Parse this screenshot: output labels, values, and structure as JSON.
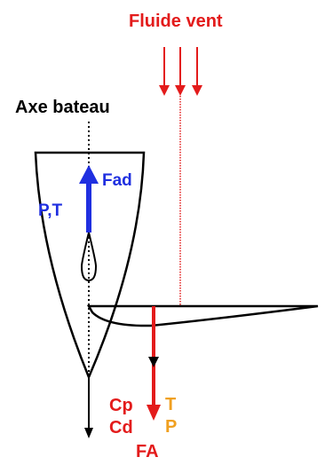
{
  "labels": {
    "wind_fluid": "Fluide vent",
    "boat_axis": "Axe bateau",
    "fad": "Fad",
    "pt": "P,T",
    "cp": "Cp",
    "cd": "Cd",
    "t": "T",
    "p": "P",
    "fa": "FA"
  },
  "colors": {
    "red": "#e31b1b",
    "blue": "#1f2fe0",
    "orange": "#f0a020",
    "black": "#000000"
  }
}
